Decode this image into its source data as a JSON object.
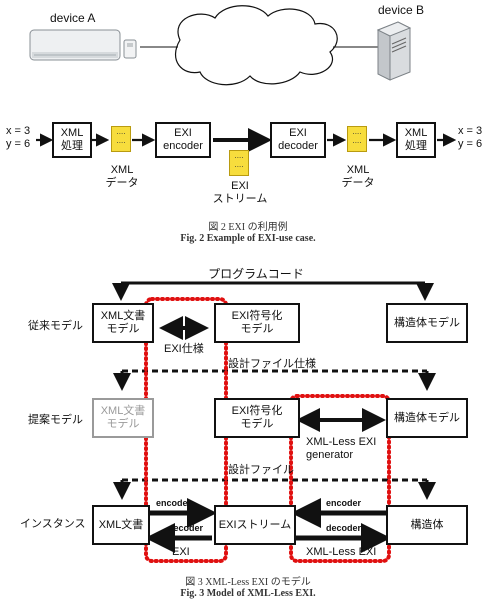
{
  "fig2": {
    "device_a": "device A",
    "device_b": "device B",
    "left_input": [
      "x = 3",
      "y = 6"
    ],
    "right_output": [
      "x = 3",
      "y = 6"
    ],
    "boxes": {
      "xml_proc_left": [
        "XML",
        "処理"
      ],
      "exi_encoder": [
        "EXI",
        "encoder"
      ],
      "exi_decoder": [
        "EXI",
        "decoder"
      ],
      "xml_proc_right": [
        "XML",
        "処理"
      ]
    },
    "doc_dots": "....\n....",
    "xml_data_left": [
      "XML",
      "データ"
    ],
    "exi_stream": [
      "EXI",
      "ストリーム"
    ],
    "xml_data_right": [
      "XML",
      "データ"
    ],
    "caption_jp": "図 2 EXI の利用例",
    "caption_en": "Fig. 2 Example of EXI-use case."
  },
  "fig3": {
    "program_code": "プログラムコード",
    "row_labels": {
      "conventional": "従来モデル",
      "proposed": "提案モデル",
      "instance": "インスタンス"
    },
    "boxes": {
      "xml_doc_model": [
        "XML文書",
        "モデル"
      ],
      "exi_enc_model": [
        "EXI符号化",
        "モデル"
      ],
      "struct_model": "構造体モデル",
      "xml_doc_model_gray": [
        "XML文書",
        "モデル"
      ],
      "exi_enc_model_2": [
        "EXI符号化",
        "モデル"
      ],
      "struct_model_2": "構造体モデル",
      "xml_doc": "XML文書",
      "exi_stream": "EXIストリーム",
      "struct": "構造体"
    },
    "exi_spec": "EXI仕様",
    "design_file_spec": "設計ファイル仕様",
    "design_file": "設計ファイル",
    "xml_less_generator": [
      "XML-Less EXI",
      "generator"
    ],
    "encoder_left": "encoder",
    "decoder_left": "decoder",
    "encoder_right": "encoder",
    "decoder_right": "decoder",
    "exi_label": "EXI",
    "xml_less_exi_label": "XML-Less EXI",
    "caption_jp": "図 3 XML-Less EXI のモデル",
    "caption_en": "Fig. 3 Model of XML-Less EXI."
  },
  "colors": {
    "highlight_border": "#e01010",
    "doc_fill": "#f7dd3d"
  }
}
